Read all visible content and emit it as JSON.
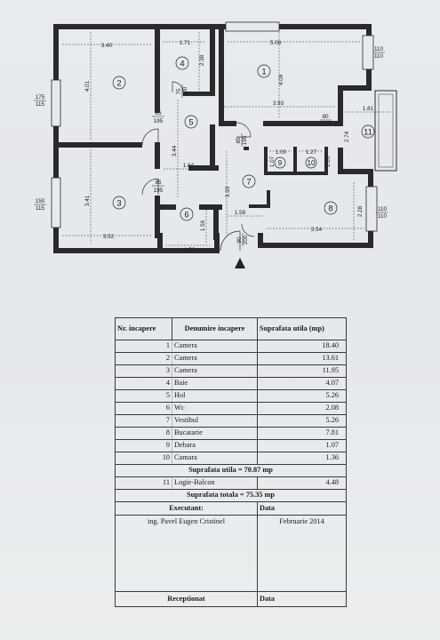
{
  "plan": {
    "room_numbers": [
      "1",
      "2",
      "3",
      "4",
      "5",
      "6",
      "7",
      "8",
      "9",
      "10",
      "11"
    ],
    "dimensions": {
      "r2_width": "3.40",
      "r4_width": "1.71",
      "r1_width": "5.08",
      "r2_height": "4.01",
      "r4_height": "2.38",
      "r1_height": "4.09",
      "r1_lower_width": "3.93",
      "r11_width": "1.81",
      "r11_height": "2.74",
      "hol_height": "3.44",
      "hol_width": "1.64",
      "r3_height": "3.41",
      "r3_width": "3.52",
      "r6_width": "1.59",
      "r6_height": "1.56",
      "r7_height": "3.33",
      "r7_width": "1.58",
      "r8_width": "3.54",
      "r8_height": "2.28",
      "r9_width": "1.00",
      "r9_height": "1.07",
      "r10_width": "1.27",
      "r10_height": "1.05"
    },
    "openings": {
      "window_r1_top": "110",
      "window_r1_bottom": "110",
      "window_r2_top": "175",
      "window_r2_bottom": "115",
      "window_r3_top": "150",
      "window_r3_bottom": "115",
      "window_r8_top": "110",
      "window_r8_bottom": "110",
      "door_r2_top": "85",
      "door_r2_bottom": "195",
      "door_r3_top": "85",
      "door_r3_bottom": "195",
      "door_r4_a": "75",
      "door_r4_b": "200",
      "door_r7_a": "85",
      "door_r7_b": "195",
      "door_entry_a": "90",
      "door_entry_b": "200",
      "door_r11_top": "80",
      "door_r11_bottom": "110"
    }
  },
  "table": {
    "headers": {
      "nr": "Nr. incapere",
      "name": "Denumire incapere",
      "area": "Suprafata utila (mp)"
    },
    "rows": [
      {
        "nr": "1",
        "name": "Camera",
        "area": "18.40"
      },
      {
        "nr": "2",
        "name": "Camera",
        "area": "13.61"
      },
      {
        "nr": "3",
        "name": "Camera",
        "area": "11.95"
      },
      {
        "nr": "4",
        "name": "Baie",
        "area": "4.07"
      },
      {
        "nr": "5",
        "name": "Hol",
        "area": "5.26"
      },
      {
        "nr": "6",
        "name": "Wc",
        "area": "2.08"
      },
      {
        "nr": "7",
        "name": "Vestibul",
        "area": "5.26"
      },
      {
        "nr": "8",
        "name": "Bucatarie",
        "area": "7.81"
      },
      {
        "nr": "9",
        "name": "Debara",
        "area": "1.07"
      },
      {
        "nr": "10",
        "name": "Camara",
        "area": "1.36"
      }
    ],
    "useful_total": "Suprafata utila = 70.87 mp",
    "balcony": {
      "nr": "11",
      "name": "Logie-Balcon",
      "area": "4.48"
    },
    "grand_total": "Suprafata totala = 75.35 mp",
    "executant_label": "Executant:",
    "date_label": "Data",
    "executant_name": "ing. Pavel Eugen Cristinel",
    "executant_date": "Februarie 2014",
    "received_label": "Receptionat",
    "received_date_label": "Data"
  }
}
